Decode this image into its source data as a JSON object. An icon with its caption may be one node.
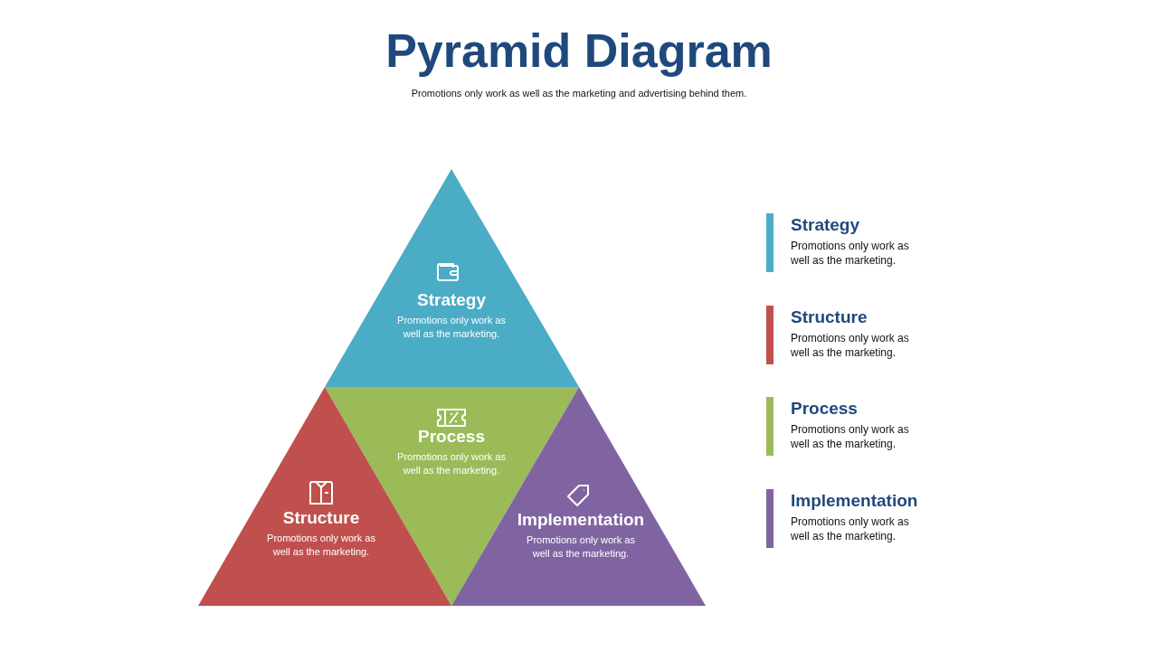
{
  "diagram": {
    "title": "Pyramid Diagram",
    "caption": "Promotions only work as well as the marketing and advertising behind them.",
    "nodes": [
      {
        "text": [
          "Strategy",
          "Promotions only work as well as the marketing."
        ]
      },
      {
        "text": [
          "Process",
          "Promotions only work as well as the marketing."
        ]
      },
      {
        "text": [
          "Structure",
          "Promotions only work as well as the marketing."
        ]
      },
      {
        "text": [
          "Implementation",
          "Promotions only work as well as the marketing."
        ]
      },
      {
        "text": [
          "Strategy",
          "Promotions only work as well as the marketing."
        ]
      },
      {
        "text": [
          "Structure",
          "Promotions only work as well as the marketing."
        ]
      },
      {
        "text": [
          "Process",
          "Promotions only work as well as the marketing."
        ]
      },
      {
        "text": [
          "Implementation",
          "Promotions only work as well as the marketing."
        ]
      }
    ],
    "edges": []
  }
}
